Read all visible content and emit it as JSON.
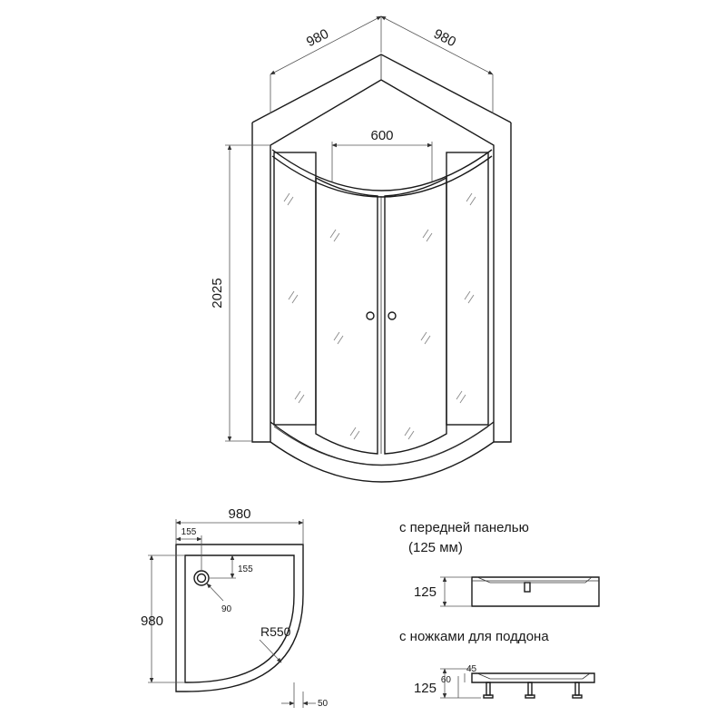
{
  "dimensions": {
    "width_left": "980",
    "width_right": "980",
    "door_opening": "600",
    "height": "2025",
    "tray_width": "980",
    "tray_depth": "980",
    "drain_offset_x": "155",
    "drain_offset_y": "155",
    "drain_diameter": "90",
    "radius": "R550",
    "rim": "50",
    "panel_height": "125",
    "legs_height": "125",
    "legs_h1": "60",
    "legs_h2": "45"
  },
  "captions": {
    "front_panel": "с передней панелью",
    "front_panel_note": "(125 мм)",
    "legs": "с ножками для поддона"
  }
}
